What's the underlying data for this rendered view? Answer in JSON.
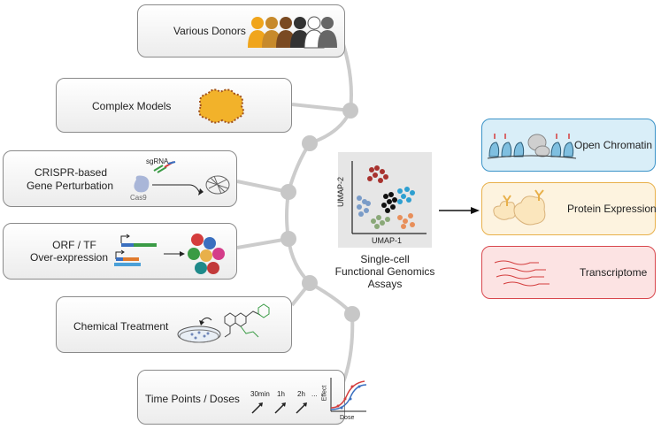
{
  "left_panels": {
    "donors": "Various Donors",
    "complex_models": "Complex Models",
    "crispr_line1": "CRISPR-based",
    "crispr_line2": "Gene Perturbation",
    "crispr_sgrna": "sgRNA",
    "crispr_cas9": "Cas9",
    "orf_line1": "ORF / TF",
    "orf_line2": "Over-expression",
    "chemical": "Chemical Treatment",
    "timepoints": "Time Points / Doses",
    "time_labels": [
      "30min",
      "1h",
      "2h",
      "..."
    ],
    "dose_axis_x": "Dose",
    "dose_axis_y": "Effect"
  },
  "center": {
    "umap_x": "UMAP-1",
    "umap_y": "UMAP-2",
    "caption_line1": "Single-cell",
    "caption_line2": "Functional Genomics",
    "caption_line3": "Assays"
  },
  "outputs": [
    {
      "label": "Open Chromatin",
      "bg": "#d9eef8",
      "border": "#3a93c8"
    },
    {
      "label": "Protein Expression",
      "bg": "#fdf3df",
      "border": "#e8b04a"
    },
    {
      "label": "Transcriptome",
      "bg": "#fce3e3",
      "border": "#d8474d"
    }
  ],
  "colors": {
    "donor_orange": "#f0a51c",
    "tree_line": "#cfcfcf",
    "node": "#c9c9c9"
  }
}
